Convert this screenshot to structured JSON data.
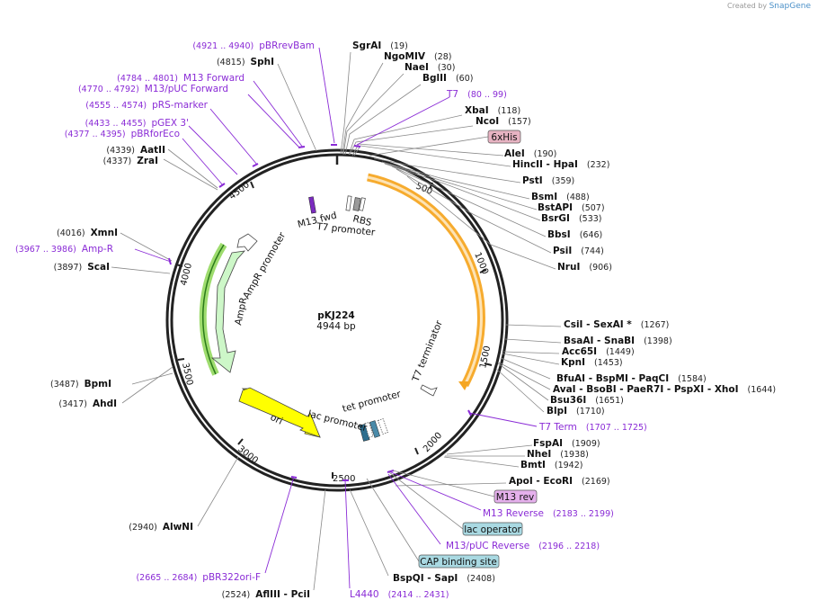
{
  "credit": {
    "prefix": "Created by",
    "brand": "SnapGene"
  },
  "plasmid": {
    "name": "pKJ224",
    "size": "4944 bp"
  },
  "ticks": [
    "500",
    "1000",
    "1500",
    "2000",
    "2500",
    "3000",
    "3500",
    "4000",
    "4500"
  ],
  "features": {
    "ampr": "AmpR",
    "ampr_promoter": "AmpR promoter",
    "ori": "ori",
    "lac_promoter": "lac promoter",
    "tet_promoter": "tet promoter",
    "t7_terminator": "T7 terminator",
    "t7_promoter": "T7 promoter",
    "rbs": "RBS",
    "m13_fwd": "M13 fwd"
  },
  "enzymes_right": [
    {
      "name": "SgrAI",
      "pos": "(19)"
    },
    {
      "name": "NgoMIV",
      "pos": "(28)"
    },
    {
      "name": "NaeI",
      "pos": "(30)"
    },
    {
      "name": "BglII",
      "pos": "(60)"
    },
    {
      "name": "XbaI",
      "pos": "(118)"
    },
    {
      "name": "NcoI",
      "pos": "(157)"
    },
    {
      "name": "AleI",
      "pos": "(190)"
    },
    {
      "name": "HincII  - HpaI",
      "pos": "(232)"
    },
    {
      "name": "PstI",
      "pos": "(359)"
    },
    {
      "name": "BsmI",
      "pos": "(488)"
    },
    {
      "name": "BstAPI",
      "pos": "(507)"
    },
    {
      "name": "BsrGI",
      "pos": "(533)"
    },
    {
      "name": "BbsI",
      "pos": "(646)"
    },
    {
      "name": "PsiI",
      "pos": "(744)"
    },
    {
      "name": "NruI",
      "pos": "(906)"
    },
    {
      "name": "CsiI  - SexAI *",
      "pos": "(1267)"
    },
    {
      "name": "BsaAI  - SnaBI",
      "pos": "(1398)"
    },
    {
      "name": "Acc65I",
      "pos": "(1449)"
    },
    {
      "name": "KpnI",
      "pos": "(1453)"
    },
    {
      "name": "BfuAI  - BspMI  - PaqCI",
      "pos": "(1584)"
    },
    {
      "name": "AvaI  - BsoBI  - PaeR7I  - PspXI  - XhoI",
      "pos": "(1644)"
    },
    {
      "name": "Bsu36I",
      "pos": "(1651)"
    },
    {
      "name": "BlpI",
      "pos": "(1710)"
    },
    {
      "name": "FspAI",
      "pos": "(1909)"
    },
    {
      "name": "NheI",
      "pos": "(1938)"
    },
    {
      "name": "BmtI",
      "pos": "(1942)"
    },
    {
      "name": "ApoI  - EcoRI",
      "pos": "(2169)"
    },
    {
      "name": "BspQI  - SapI",
      "pos": "(2408)"
    }
  ],
  "enzymes_left": [
    {
      "name": "SphI",
      "pos": "(4815)"
    },
    {
      "name": "AatII",
      "pos": "(4339)"
    },
    {
      "name": "ZraI",
      "pos": "(4337)"
    },
    {
      "name": "XmnI",
      "pos": "(4016)"
    },
    {
      "name": "ScaI",
      "pos": "(3897)"
    },
    {
      "name": "BpmI",
      "pos": "(3487)"
    },
    {
      "name": "AhdI",
      "pos": "(3417)"
    },
    {
      "name": "AlwNI",
      "pos": "(2940)"
    },
    {
      "name": "AflIII  - PciI",
      "pos": "(2524)"
    }
  ],
  "primers": [
    {
      "name": "pBRrevBam",
      "range": "(4921 .. 4940)"
    },
    {
      "name": "M13 Forward",
      "range": "(4784 .. 4801)"
    },
    {
      "name": "M13/pUC Forward",
      "range": "(4770 .. 4792)"
    },
    {
      "name": "pRS-marker",
      "range": "(4555 .. 4574)"
    },
    {
      "name": "pGEX 3'",
      "range": "(4433 .. 4455)"
    },
    {
      "name": "pBRforEco",
      "range": "(4377 .. 4395)"
    },
    {
      "name": "Amp-R",
      "range": "(3967 .. 3986)"
    },
    {
      "name": "T7",
      "range": "(80 .. 99)"
    },
    {
      "name": "T7 Term",
      "range": "(1707 .. 1725)"
    },
    {
      "name": "M13 Reverse",
      "range": "(2183 .. 2199)"
    },
    {
      "name": "M13/pUC Reverse",
      "range": "(2196 .. 2218)"
    },
    {
      "name": "pBR322ori-F",
      "range": "(2665 .. 2684)"
    },
    {
      "name": "L4440",
      "range": "(2414 .. 2431)"
    }
  ],
  "boxes": [
    {
      "name": "6xHis",
      "color": "#e7b3c2"
    },
    {
      "name": "M13 rev",
      "color": "#e5b0ec"
    },
    {
      "name": "lac operator",
      "color": "#a9d9e2"
    },
    {
      "name": "CAP binding site",
      "color": "#a9d9e2"
    }
  ],
  "colors": {
    "backbone": "#222222",
    "orange_feature": "#f5a623",
    "green_feature": "#cdf7c8",
    "yellow_ori": "#ffff00",
    "primer": "#8a2bd6"
  }
}
